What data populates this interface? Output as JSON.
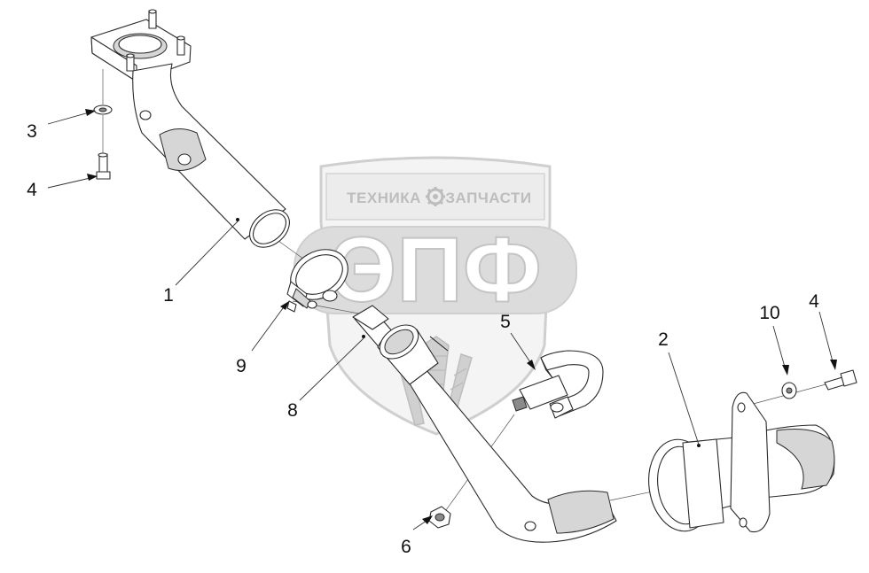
{
  "watermark": {
    "top_text_left": "ТЕХНИКА",
    "top_text_right": "ЗАПЧАСТИ",
    "big_text": "ЭПФ",
    "color": "#c9c9c9",
    "gear_icon": "gear-icon",
    "wheat_icon": "wheat-icon"
  },
  "callouts": [
    {
      "id": "c1",
      "text": "1"
    },
    {
      "id": "c2",
      "text": "2"
    },
    {
      "id": "c3",
      "text": "3"
    },
    {
      "id": "c4a",
      "text": "4"
    },
    {
      "id": "c4b",
      "text": "4"
    },
    {
      "id": "c5",
      "text": "5"
    },
    {
      "id": "c6",
      "text": "6"
    },
    {
      "id": "c8",
      "text": "8"
    },
    {
      "id": "c9",
      "text": "9"
    },
    {
      "id": "c10",
      "text": "10"
    }
  ]
}
